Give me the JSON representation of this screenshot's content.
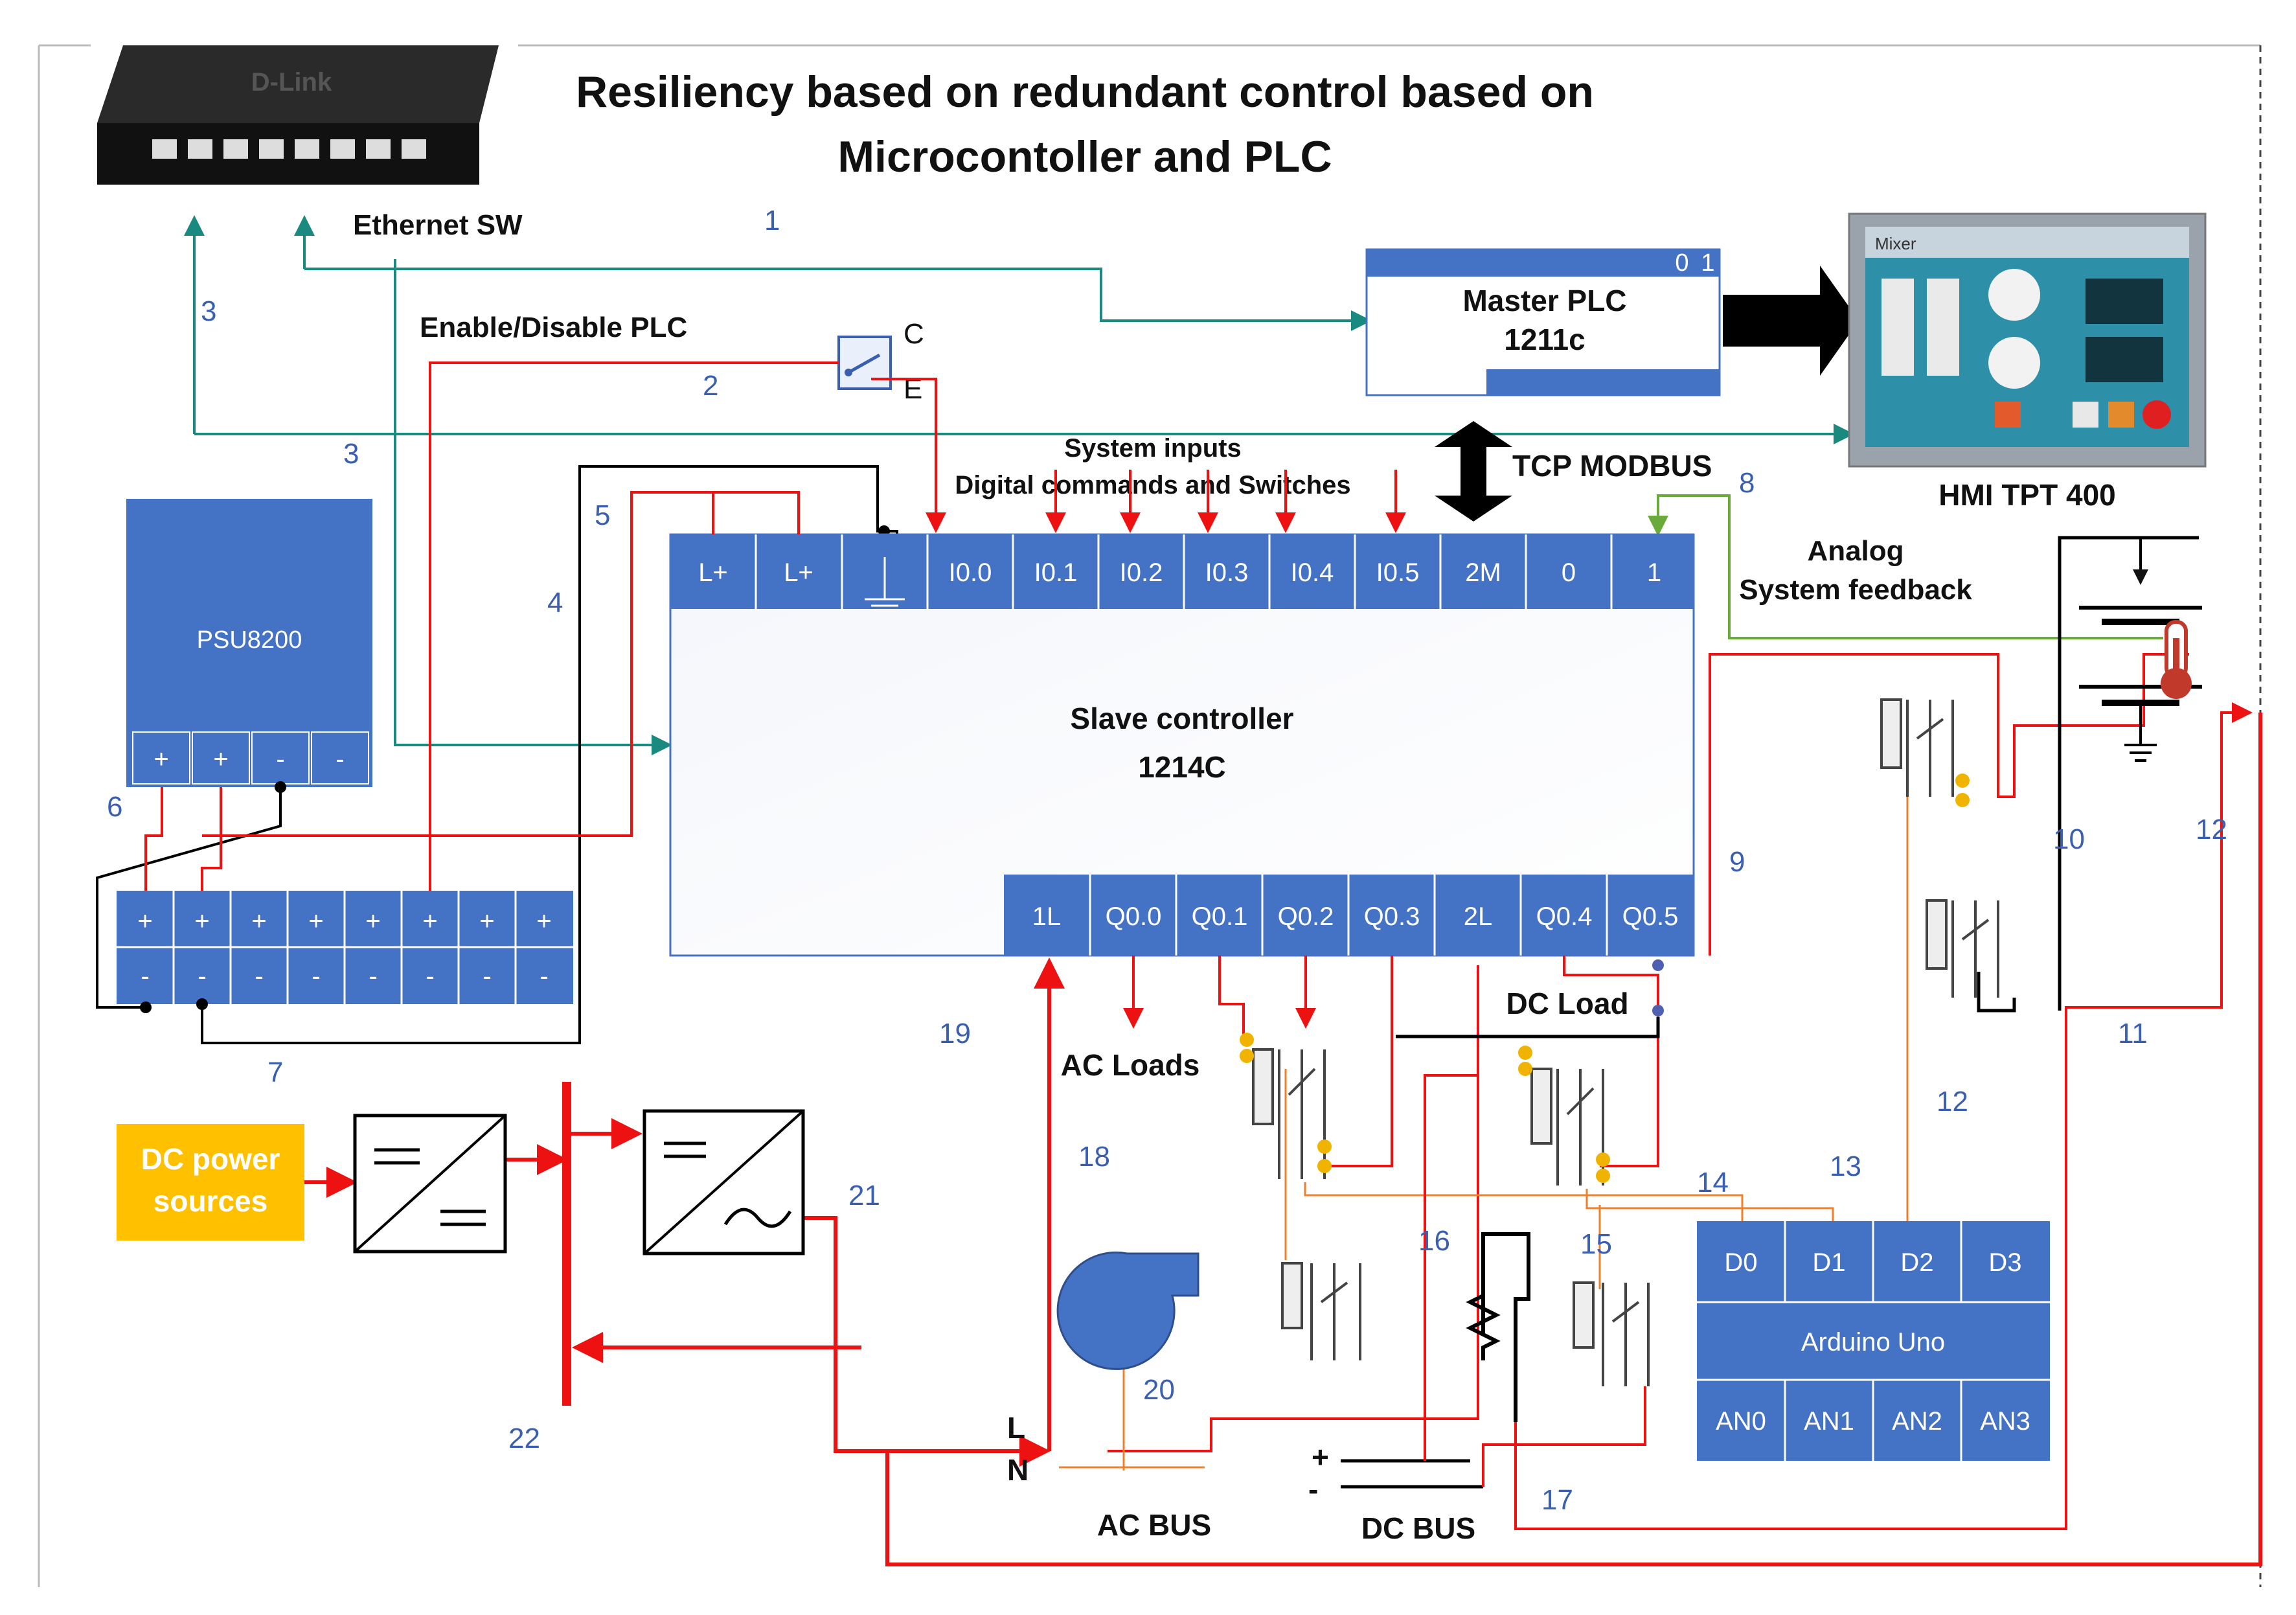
{
  "title": {
    "line1": "Resiliency based on redundant control based on",
    "line2": "Microcontoller and PLC"
  },
  "labels": {
    "ethernet_sw": "Ethernet SW",
    "enable_disable": "Enable/Disable PLC",
    "switch_c": "C",
    "switch_e": "E",
    "master_plc_1": "Master PLC",
    "master_plc_2": "1211c",
    "master_top_digits": [
      "0",
      "1"
    ],
    "tcp_modbus": "TCP MODBUS",
    "hmi": "HMI TPT 400",
    "hmi_screen_title": "Mixer",
    "system_inputs_1": "System inputs",
    "system_inputs_2": "Digital commands and Switches",
    "analog_1": "Analog",
    "analog_2": "System feedback",
    "psu": "PSU8200",
    "slave_1": "Slave controller",
    "slave_2": "1214C",
    "dc_load": "DC Load",
    "ac_loads": "AC Loads",
    "dc_power_1": "DC power",
    "dc_power_2": "sources",
    "arduino": "Arduino Uno",
    "L": "L",
    "N": "N",
    "ac_bus": "AC BUS",
    "dc_bus": "DC BUS",
    "plus": "+",
    "minus": "-"
  },
  "slave_top_terminals": [
    "L+",
    "L+",
    "",
    "I0.0",
    "I0.1",
    "I0.2",
    "I0.3",
    "I0.4",
    "I0.5",
    "2M",
    "0",
    "1"
  ],
  "slave_bottom_terminals": [
    "1L",
    "Q0.0",
    "Q0.1",
    "Q0.2",
    "Q0.3",
    "2L",
    "Q0.4",
    "Q0.5"
  ],
  "psu_terminals": [
    "+",
    "+",
    "-",
    "-"
  ],
  "terminal_block_top": [
    "+",
    "+",
    "+",
    "+",
    "+",
    "+",
    "+",
    "+"
  ],
  "terminal_block_bottom": [
    "-",
    "-",
    "-",
    "-",
    "-",
    "-",
    "-",
    "-"
  ],
  "arduino_top": [
    "D0",
    "D1",
    "D2",
    "D3"
  ],
  "arduino_bottom": [
    "AN0",
    "AN1",
    "AN2",
    "AN3"
  ],
  "connection_numbers": [
    "1",
    "2",
    "3",
    "3",
    "4",
    "5",
    "6",
    "7",
    "8",
    "9",
    "10",
    "11",
    "12",
    "12",
    "13",
    "14",
    "15",
    "16",
    "17",
    "18",
    "19",
    "20",
    "21",
    "22"
  ],
  "colors": {
    "blue_block": "#4472c4",
    "wire_red": "#ee1111",
    "wire_teal": "#1a8a80",
    "wire_green": "#6aaa3a",
    "wire_orange": "#f07f2a",
    "dc_source": "#ffc000",
    "number_blue": "#3a5fb0"
  },
  "icons": [
    "ethernet-switch-icon",
    "hmi-panel-icon",
    "toggle-switch-icon",
    "battery-icon",
    "thermometer-icon",
    "fan-icon",
    "resistor-icon",
    "relay-icon",
    "dc-dc-converter-icon",
    "inverter-icon",
    "ground-icon"
  ]
}
